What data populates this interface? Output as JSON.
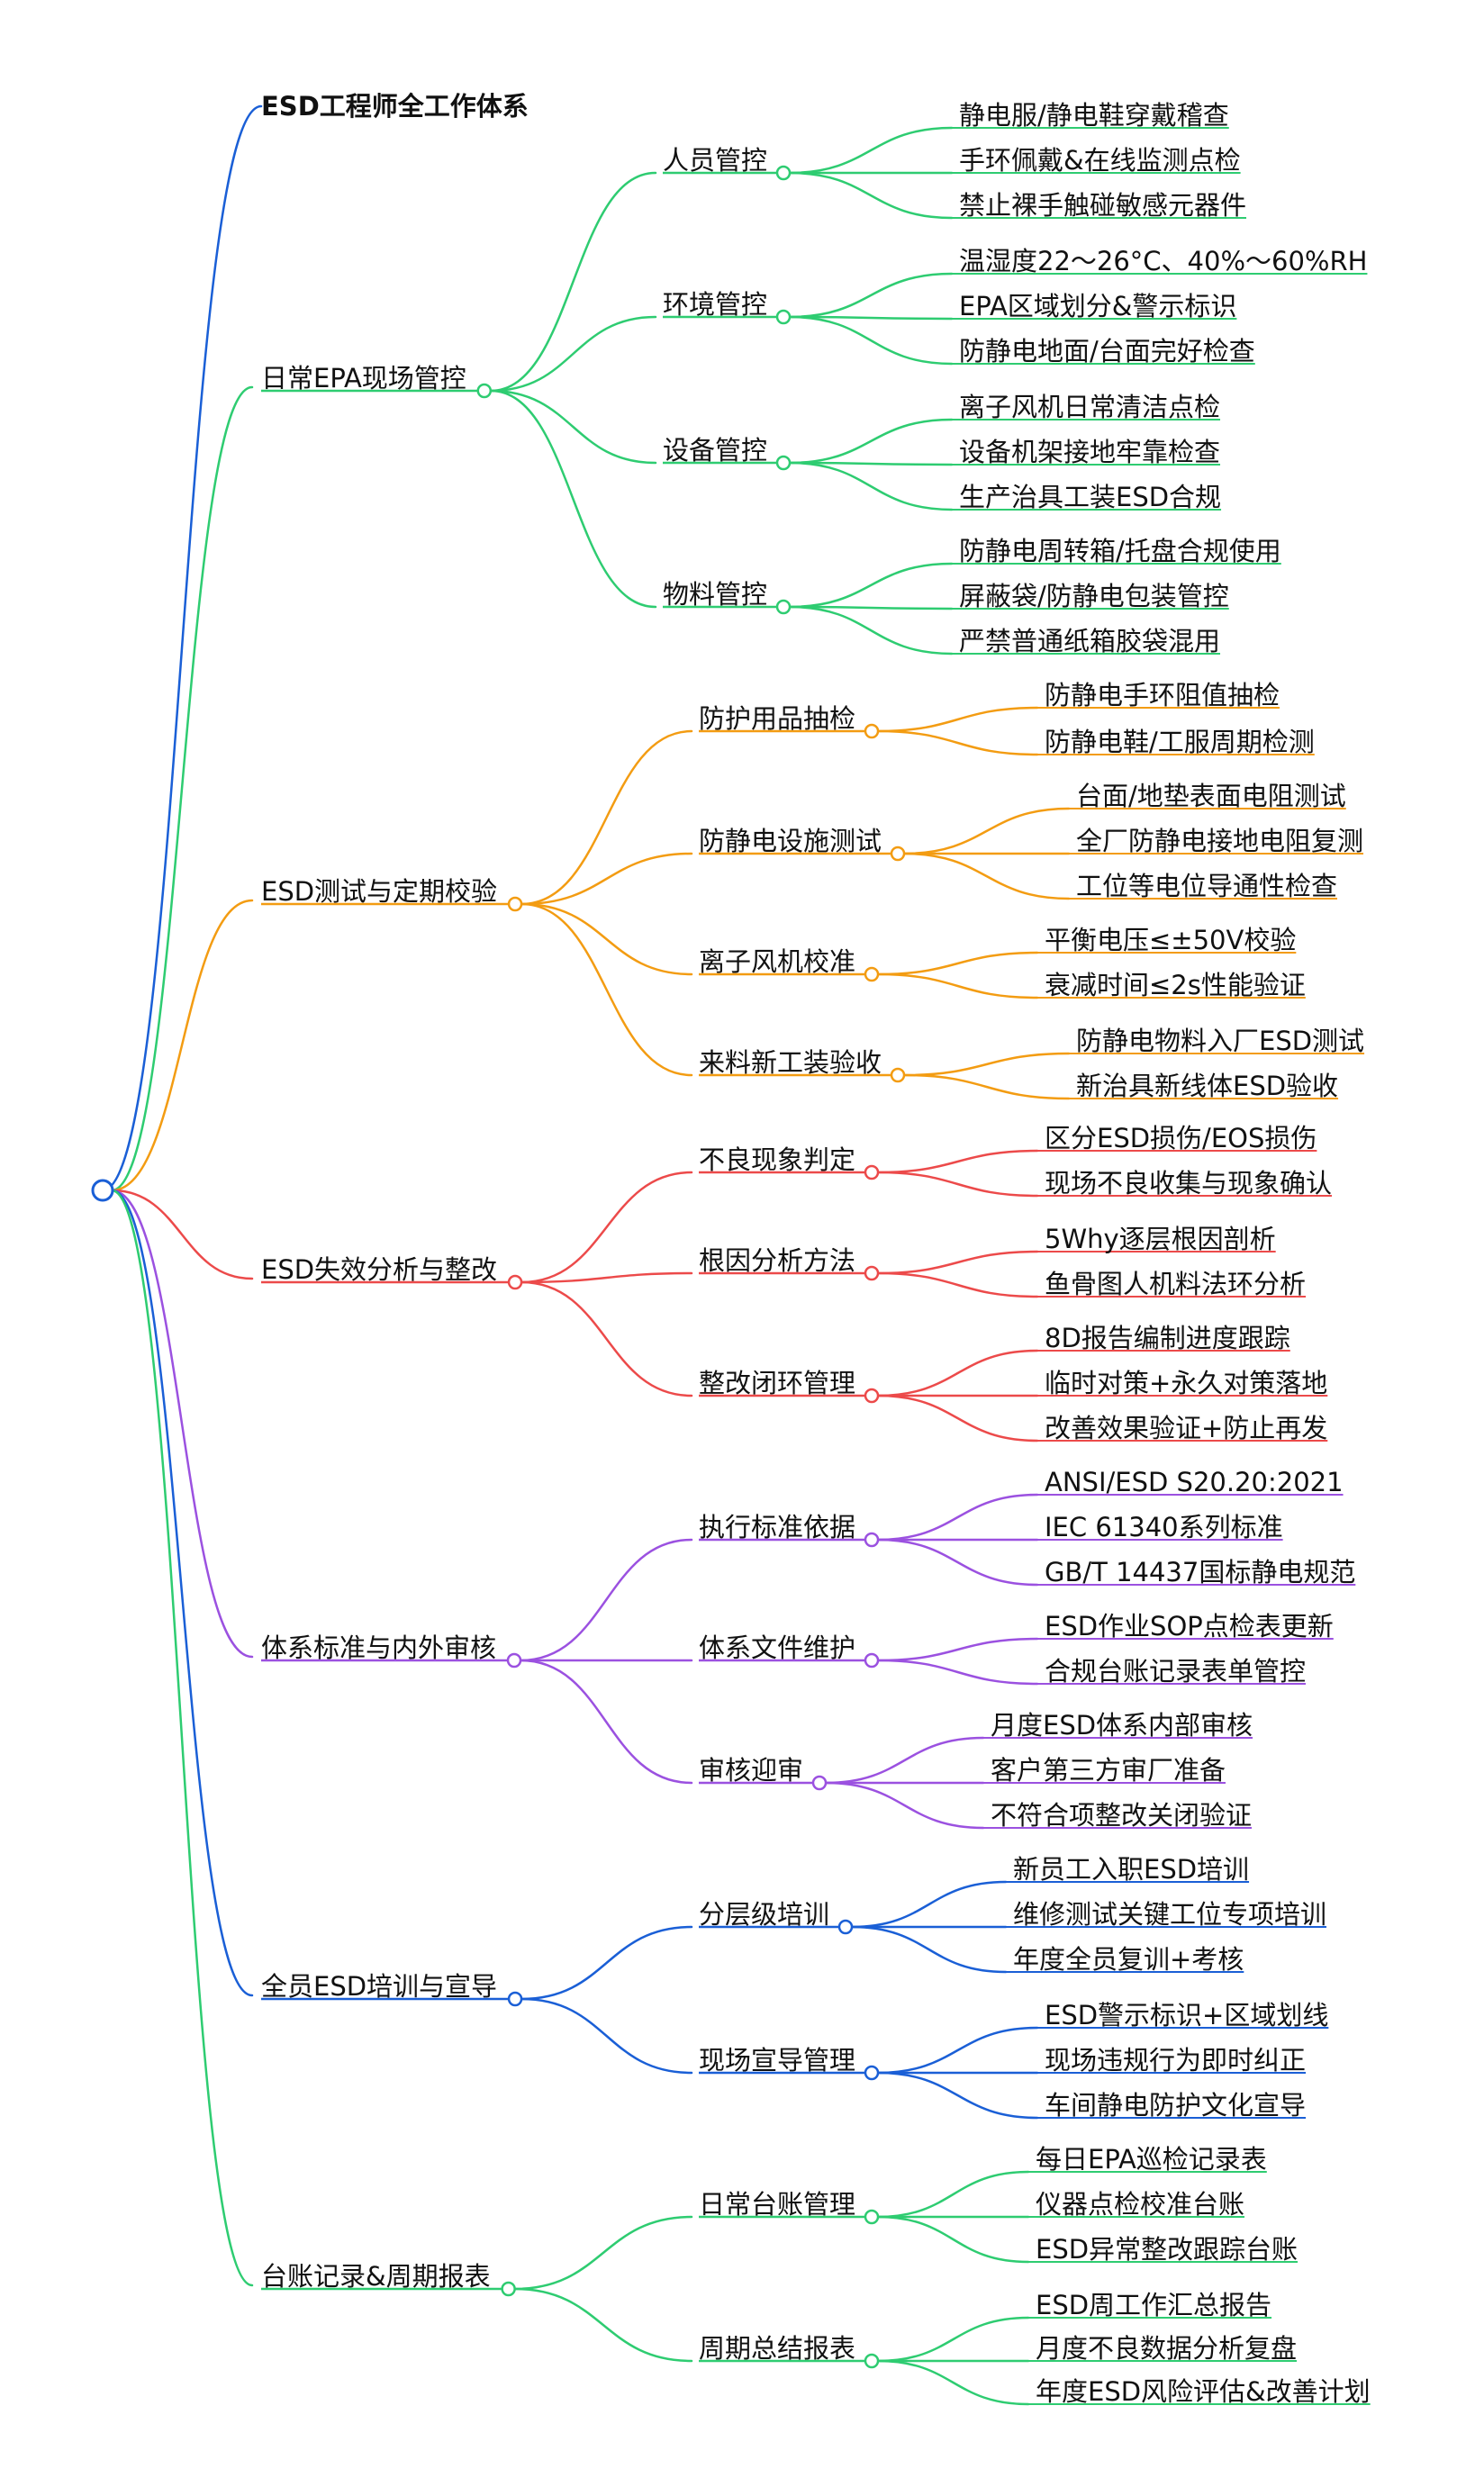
{
  "title": "ESD工程师全工作体系",
  "colors": {
    "root_line": "#1a5fd6",
    "branch1": "#2ecc71",
    "branch2": "#f39c12",
    "branch3": "#ec4a4a",
    "branch4": "#9b51e0",
    "branch5": "#1a5fd6",
    "branch6": "#2ecc71"
  },
  "branches": [
    {
      "label": "日常EPA现场管控",
      "color": "#2ecc71",
      "children": [
        {
          "label": "人员管控",
          "items": [
            "静电服/静电鞋穿戴稽查",
            "手环佩戴&在线监测点检",
            "禁止裸手触碰敏感元器件"
          ]
        },
        {
          "label": "环境管控",
          "items": [
            "温湿度22～26°C、40%～60%RH",
            "EPA区域划分&警示标识",
            "防静电地面/台面完好检查"
          ]
        },
        {
          "label": "设备管控",
          "items": [
            "离子风机日常清洁点检",
            "设备机架接地牢靠检查",
            "生产治具工装ESD合规"
          ]
        },
        {
          "label": "物料管控",
          "items": [
            "防静电周转箱/托盘合规使用",
            "屏蔽袋/防静电包装管控",
            "严禁普通纸箱胶袋混用"
          ]
        }
      ]
    },
    {
      "label": "ESD测试与定期校验",
      "color": "#f39c12",
      "children": [
        {
          "label": "防护用品抽检",
          "items": [
            "防静电手环阻值抽检",
            "防静电鞋/工服周期检测"
          ]
        },
        {
          "label": "防静电设施测试",
          "items": [
            "台面/地垫表面电阻测试",
            "全厂防静电接地电阻复测",
            "工位等电位导通性检查"
          ]
        },
        {
          "label": "离子风机校准",
          "items": [
            "平衡电压≤±50V校验",
            "衰减时间≤2s性能验证"
          ]
        },
        {
          "label": "来料新工装验收",
          "items": [
            "防静电物料入厂ESD测试",
            "新治具新线体ESD验收"
          ]
        }
      ]
    },
    {
      "label": "ESD失效分析与整改",
      "color": "#ec4a4a",
      "children": [
        {
          "label": "不良现象判定",
          "items": [
            "区分ESD损伤/EOS损伤",
            "现场不良收集与现象确认"
          ]
        },
        {
          "label": "根因分析方法",
          "items": [
            "5Why逐层根因剖析",
            "鱼骨图人机料法环分析"
          ]
        },
        {
          "label": "整改闭环管理",
          "items": [
            "8D报告编制进度跟踪",
            "临时对策+永久对策落地",
            "改善效果验证+防止再发"
          ]
        }
      ]
    },
    {
      "label": "体系标准与内外审核",
      "color": "#9b51e0",
      "children": [
        {
          "label": "执行标准依据",
          "items": [
            "ANSI/ESD S20.20:2021",
            "IEC 61340系列标准",
            "GB/T 14437国标静电规范"
          ]
        },
        {
          "label": "体系文件维护",
          "items": [
            "ESD作业SOP点检表更新",
            "合规台账记录表单管控"
          ]
        },
        {
          "label": "审核迎审",
          "items": [
            "月度ESD体系内部审核",
            "客户第三方审厂准备",
            "不符合项整改关闭验证"
          ]
        }
      ]
    },
    {
      "label": "全员ESD培训与宣导",
      "color": "#1a5fd6",
      "children": [
        {
          "label": "分层级培训",
          "items": [
            "新员工入职ESD培训",
            "维修测试关键工位专项培训",
            "年度全员复训+考核"
          ]
        },
        {
          "label": "现场宣导管理",
          "items": [
            "ESD警示标识+区域划线",
            "现场违规行为即时纠正",
            "车间静电防护文化宣导"
          ]
        }
      ]
    },
    {
      "label": "台账记录&周期报表",
      "color": "#2ecc71",
      "children": [
        {
          "label": "日常台账管理",
          "items": [
            "每日EPA巡检记录表",
            "仪器点检校准台账",
            "ESD异常整改跟踪台账"
          ]
        },
        {
          "label": "周期总结报表",
          "items": [
            "ESD周工作汇总报告",
            "月度不良数据分析复盘",
            "年度ESD风险评估&改善计划"
          ]
        }
      ]
    }
  ]
}
